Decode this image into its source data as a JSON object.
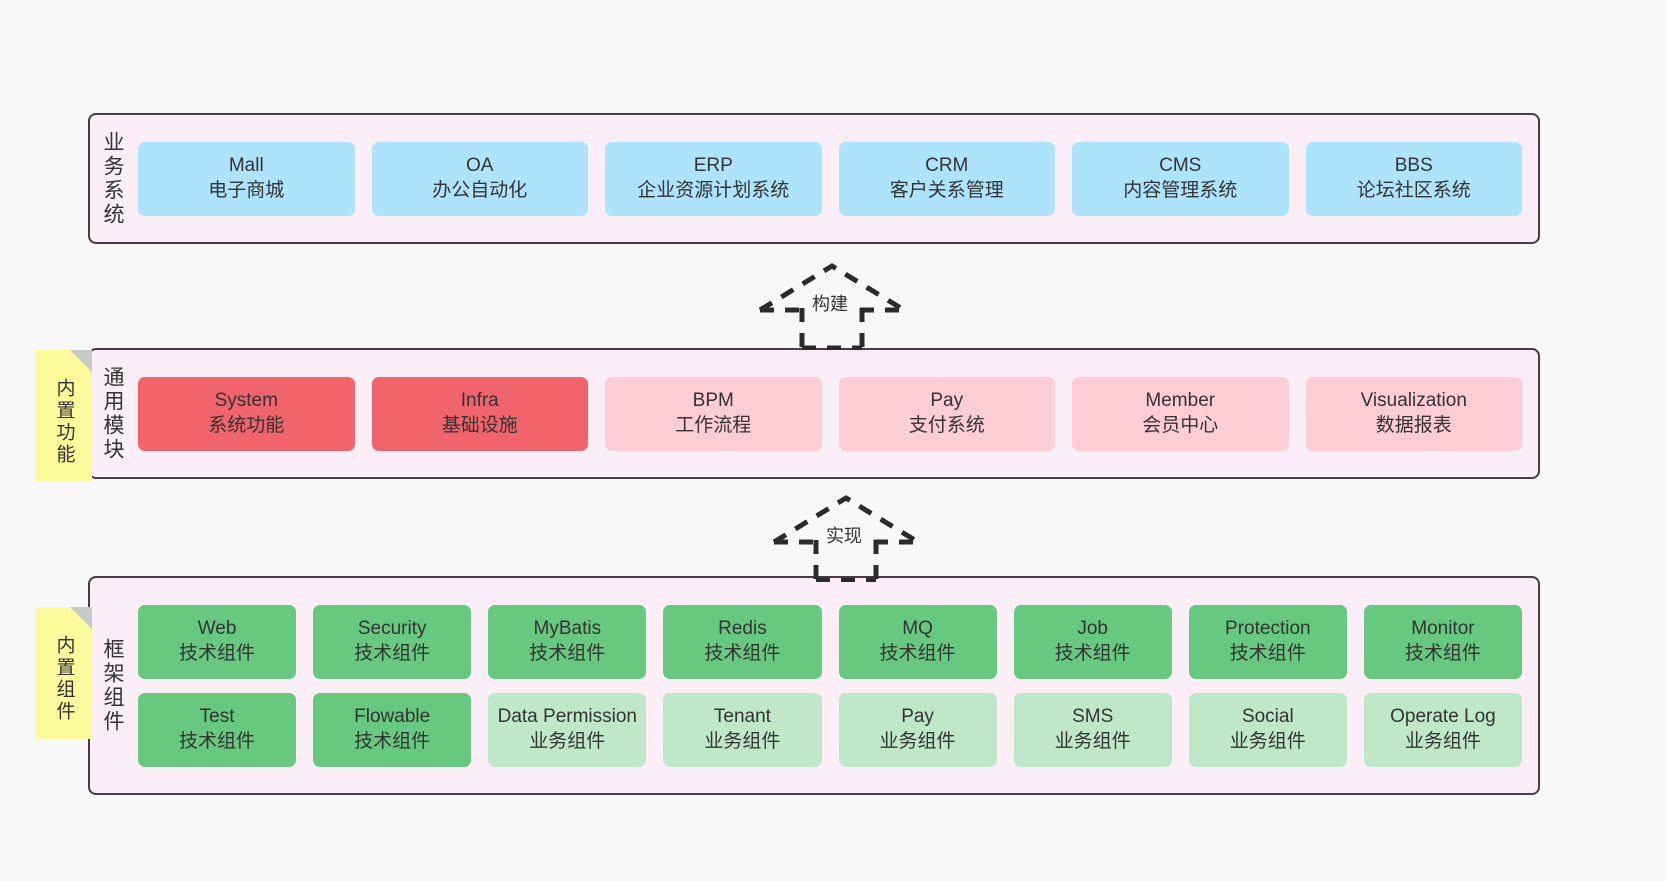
{
  "diagram": {
    "background": "#f8f8f8",
    "layer_bg": "#fbeef6",
    "layer_border": "#4a3b46",
    "sticky_color": "#fcfa9b",
    "colors": {
      "business": "#ade3fb",
      "module_active": "#f1646c",
      "module_planned": "#fccdd5",
      "component_tech": "#67c97f",
      "component_biz": "#bfe8c8"
    }
  },
  "layers": {
    "business": {
      "title": "业务系统",
      "cards": [
        {
          "title": "Mall",
          "sub": "电子商城"
        },
        {
          "title": "OA",
          "sub": "办公自动化"
        },
        {
          "title": "ERP",
          "sub": "企业资源计划系统"
        },
        {
          "title": "CRM",
          "sub": "客户关系管理"
        },
        {
          "title": "CMS",
          "sub": "内容管理系统"
        },
        {
          "title": "BBS",
          "sub": "论坛社区系统"
        }
      ]
    },
    "modules": {
      "title": "通用模块",
      "sticky": "内置功能",
      "cards": [
        {
          "title": "System",
          "sub": "系统功能",
          "tone": "red"
        },
        {
          "title": "Infra",
          "sub": "基础设施",
          "tone": "red"
        },
        {
          "title": "BPM",
          "sub": "工作流程",
          "tone": "pink"
        },
        {
          "title": "Pay",
          "sub": "支付系统",
          "tone": "pink"
        },
        {
          "title": "Member",
          "sub": "会员中心",
          "tone": "pink"
        },
        {
          "title": "Visualization",
          "sub": "数据报表",
          "tone": "pink"
        }
      ]
    },
    "framework": {
      "title": "框架组件",
      "sticky": "内置组件",
      "row1": [
        {
          "title": "Web",
          "sub": "技术组件",
          "tone": "green"
        },
        {
          "title": "Security",
          "sub": "技术组件",
          "tone": "green"
        },
        {
          "title": "MyBatis",
          "sub": "技术组件",
          "tone": "green"
        },
        {
          "title": "Redis",
          "sub": "技术组件",
          "tone": "green"
        },
        {
          "title": "MQ",
          "sub": "技术组件",
          "tone": "green"
        },
        {
          "title": "Job",
          "sub": "技术组件",
          "tone": "green"
        },
        {
          "title": "Protection",
          "sub": "技术组件",
          "tone": "green"
        },
        {
          "title": "Monitor",
          "sub": "技术组件",
          "tone": "green"
        }
      ],
      "row2": [
        {
          "title": "Test",
          "sub": "技术组件",
          "tone": "green"
        },
        {
          "title": "Flowable",
          "sub": "技术组件",
          "tone": "green"
        },
        {
          "title": "Data Permission",
          "sub": "业务组件",
          "tone": "lgreen"
        },
        {
          "title": "Tenant",
          "sub": "业务组件",
          "tone": "lgreen"
        },
        {
          "title": "Pay",
          "sub": "业务组件",
          "tone": "lgreen"
        },
        {
          "title": "SMS",
          "sub": "业务组件",
          "tone": "lgreen"
        },
        {
          "title": "Social",
          "sub": "业务组件",
          "tone": "lgreen"
        },
        {
          "title": "Operate Log",
          "sub": "业务组件",
          "tone": "lgreen"
        }
      ]
    }
  },
  "arrows": [
    {
      "label": "构建",
      "direction": "up"
    },
    {
      "label": "实现",
      "direction": "up"
    }
  ]
}
